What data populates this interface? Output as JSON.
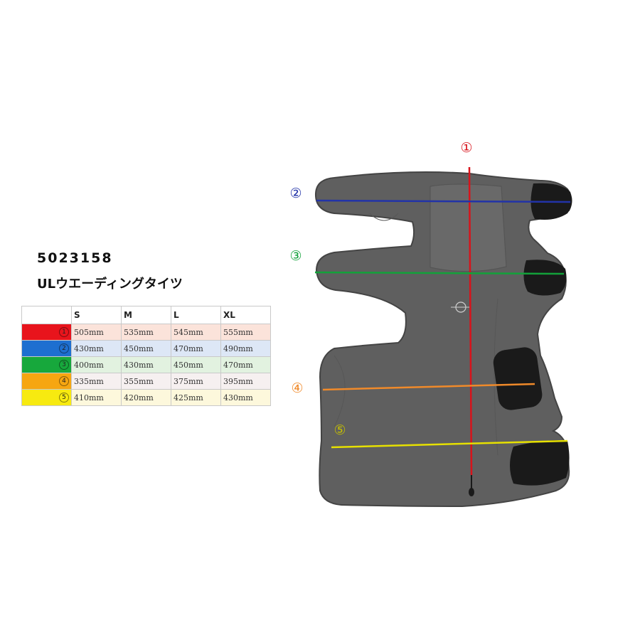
{
  "product": {
    "code": "5023158",
    "name": "ULウエーディングタイツ"
  },
  "size_table": {
    "headers": [
      "S",
      "M",
      "L",
      "XL"
    ],
    "rows": [
      {
        "index": "1",
        "color": "#e8141c",
        "tint": "#fbe3da",
        "values": [
          "505mm",
          "535mm",
          "545mm",
          "555mm"
        ]
      },
      {
        "index": "2",
        "color": "#1e6fd0",
        "tint": "#dde7f6",
        "values": [
          "430mm",
          "450mm",
          "470mm",
          "490mm"
        ]
      },
      {
        "index": "3",
        "color": "#17a83c",
        "tint": "#e2f2e0",
        "values": [
          "400mm",
          "430mm",
          "450mm",
          "470mm"
        ]
      },
      {
        "index": "4",
        "color": "#f6a611",
        "tint": "#f6f0f0",
        "values": [
          "335mm",
          "355mm",
          "375mm",
          "395mm"
        ]
      },
      {
        "index": "5",
        "color": "#f7ea10",
        "tint": "#fdf8dc",
        "values": [
          "410mm",
          "420mm",
          "425mm",
          "430mm"
        ]
      }
    ]
  },
  "measure_labels": [
    {
      "text": "①",
      "color": "#d8131b"
    },
    {
      "text": "②",
      "color": "#2233a8"
    },
    {
      "text": "③",
      "color": "#13a13a"
    },
    {
      "text": "④",
      "color": "#f08a2a"
    },
    {
      "text": "⑤",
      "color": "#c6c000"
    }
  ],
  "measure_line_colors": [
    "#d8131b",
    "#2233a8",
    "#13a13a",
    "#f08a2a",
    "#e6e000"
  ]
}
